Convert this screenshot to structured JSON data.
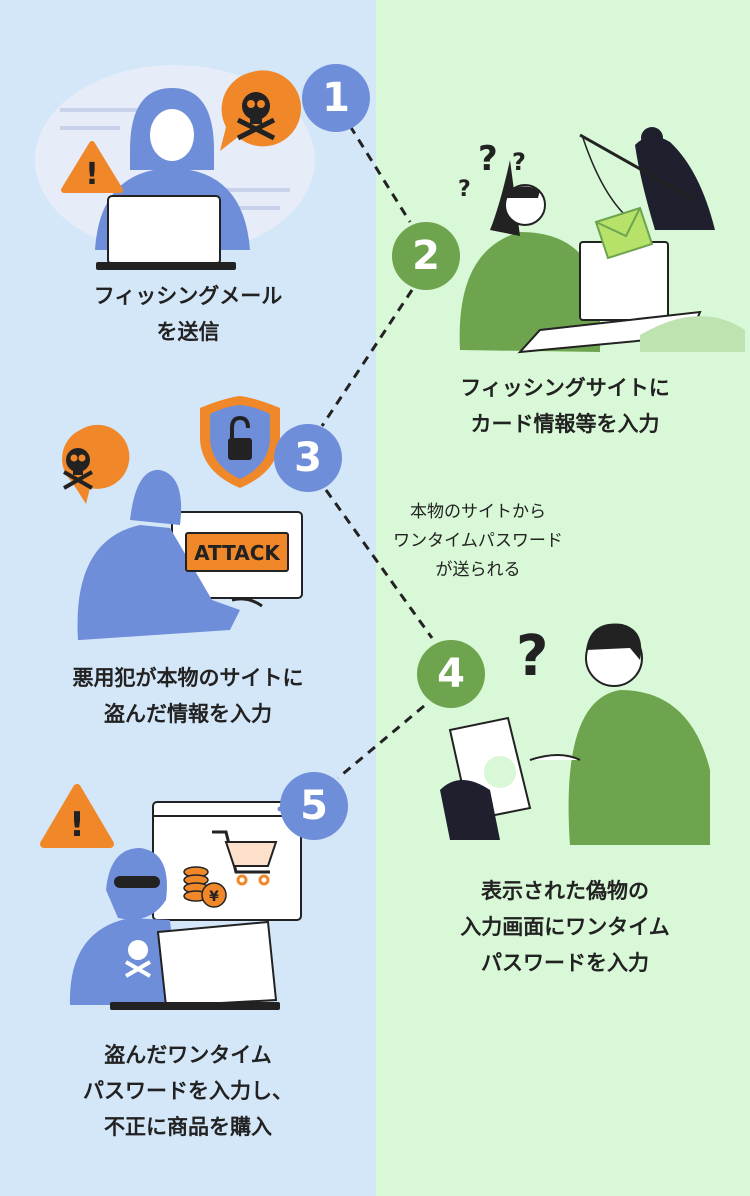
{
  "steps": [
    {
      "number": "1",
      "lines": [
        "フィッシングメール",
        "を送信"
      ]
    },
    {
      "number": "2",
      "lines": [
        "フィッシングサイトに",
        "カード情報等を入力"
      ]
    },
    {
      "number": "3",
      "lines": [
        "悪用犯が本物のサイトに",
        "盗んだ情報を入力"
      ]
    },
    {
      "number": "4",
      "lines": [
        "表示された偽物の",
        "入力画面にワンタイム",
        "パスワードを入力"
      ]
    },
    {
      "number": "5",
      "lines": [
        "盗んだワンタイム",
        "パスワードを入力し、",
        "不正に商品を購入"
      ]
    }
  ],
  "note": {
    "lines": [
      "本物のサイトから",
      "ワンタイムパスワード",
      "が送られる"
    ]
  },
  "labels": {
    "attack": "ATTACK",
    "warning": "!",
    "yen": "¥",
    "question": "?"
  },
  "icons": [
    "skull-icon",
    "warning-icon",
    "lock-shield-icon",
    "shopping-cart-icon",
    "coin-stack-icon",
    "question-mark-icon",
    "fishing-hook-icon",
    "envelope-icon"
  ],
  "colors": {
    "left_bg": "#d4e7f8",
    "right_bg": "#d8f8d7",
    "badge_blue": "#6f8ed9",
    "badge_green": "#6ea44d",
    "hacker_blue": "#6f8ed9",
    "person_green": "#6ea44d",
    "warning_orange": "#f0882a"
  }
}
